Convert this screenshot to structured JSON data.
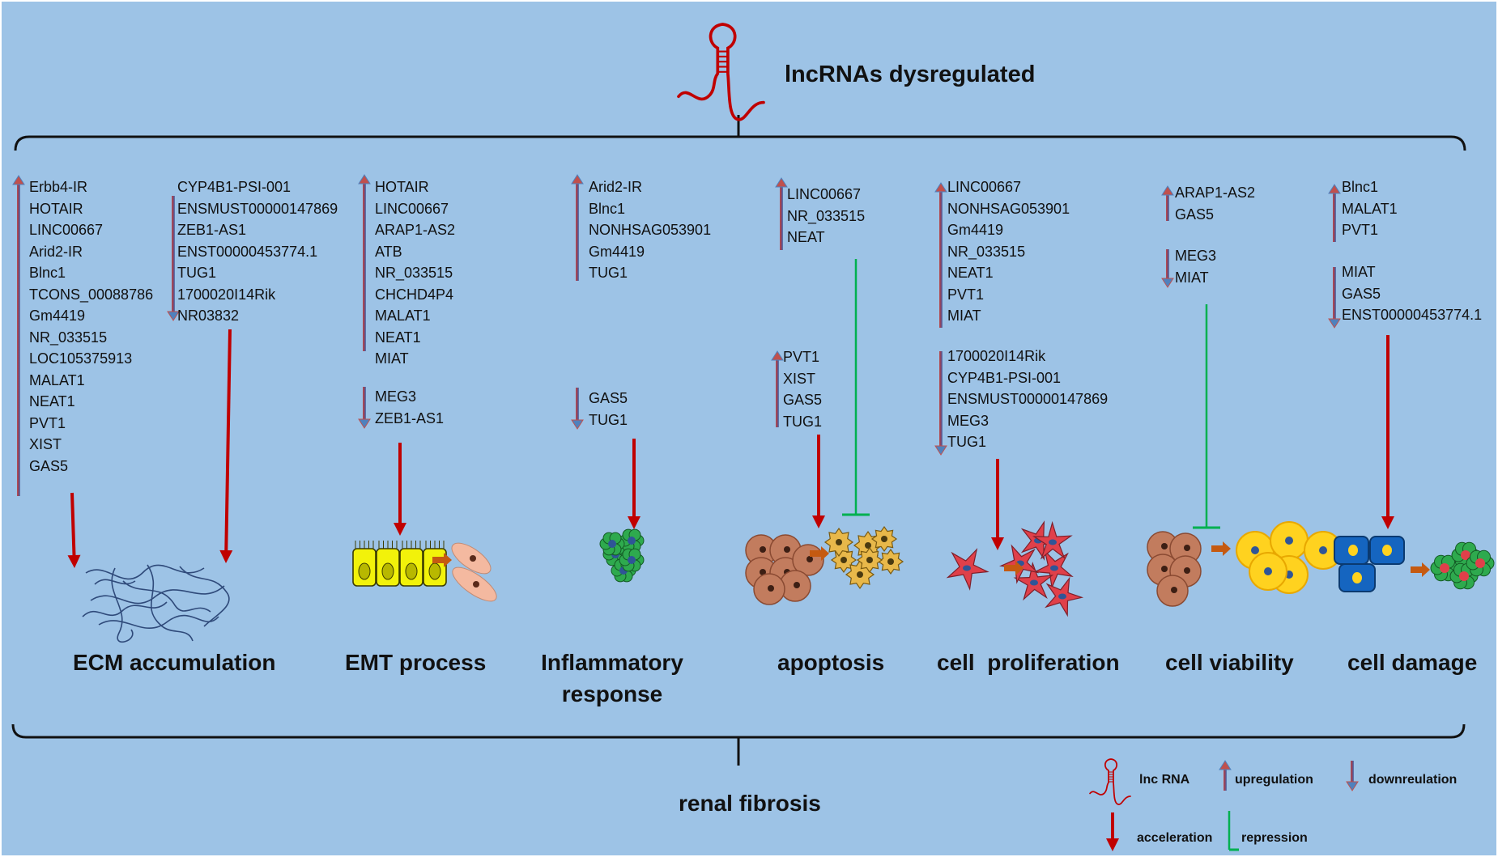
{
  "header": {
    "title": "lncRNAs dysregulated"
  },
  "processes": [
    {
      "label": "ECM accumulation",
      "columns": [
        {
          "direction": "up",
          "genes": [
            "Erbb4-IR",
            "HOTAIR",
            "LINC00667",
            "Arid2-IR",
            "Blnc1",
            "TCONS_00088786",
            "Gm4419",
            "NR_033515",
            "LOC105375913",
            "MALAT1",
            "NEAT1",
            "PVT1",
            "XIST",
            "GAS5"
          ]
        },
        {
          "direction": "down",
          "genes": [
            "CYP4B1-PSI-001",
            "ENSMUST00000147869",
            "ZEB1-AS1",
            "ENST00000453774.1",
            "TUG1",
            "1700020I14Rik",
            "NR03832"
          ]
        }
      ]
    },
    {
      "label": "EMT process",
      "columns": [
        {
          "direction": "up",
          "genes": [
            "HOTAIR",
            "LINC00667",
            "ARAP1-AS2",
            "ATB",
            "NR_033515",
            "CHCHD4P4",
            "MALAT1",
            "NEAT1",
            "MIAT"
          ]
        },
        {
          "direction": "down",
          "genes": [
            "MEG3",
            "ZEB1-AS1"
          ]
        }
      ]
    },
    {
      "label_lines": [
        "Inflammatory",
        "response"
      ],
      "columns": [
        {
          "direction": "up",
          "genes": [
            "Arid2-IR",
            "Blnc1",
            "NONHSAG053901",
            "Gm4419",
            "TUG1"
          ]
        },
        {
          "direction": "down",
          "genes": [
            "GAS5",
            "TUG1"
          ]
        }
      ]
    },
    {
      "label": "apoptosis",
      "columns": [
        {
          "direction": "up",
          "genes": [
            "LINC00667",
            "NR_033515",
            "NEAT"
          ]
        },
        {
          "direction": "up",
          "genes": [
            "PVT1",
            "XIST",
            "GAS5",
            "TUG1"
          ]
        }
      ]
    },
    {
      "label": "cell  proliferation",
      "columns": [
        {
          "direction": "up",
          "genes": [
            "LINC00667",
            "NONHSAG053901",
            "Gm4419",
            "NR_033515",
            "NEAT1",
            "PVT1",
            "MIAT"
          ]
        },
        {
          "direction": "down",
          "genes": [
            "1700020I14Rik",
            "CYP4B1-PSI-001",
            "ENSMUST00000147869",
            "MEG3",
            "TUG1"
          ]
        }
      ]
    },
    {
      "label": "cell viability",
      "columns": [
        {
          "direction": "up",
          "genes": [
            "ARAP1-AS2",
            "GAS5"
          ]
        },
        {
          "direction": "down",
          "genes": [
            "MEG3",
            "MIAT"
          ]
        }
      ]
    },
    {
      "label": "cell damage",
      "columns": [
        {
          "direction": "up",
          "genes": [
            "Blnc1",
            "MALAT1",
            "PVT1"
          ]
        },
        {
          "direction": "down",
          "genes": [
            "MIAT",
            "GAS5",
            "ENST00000453774.1"
          ]
        }
      ]
    }
  ],
  "outcome": {
    "label": "renal fibrosis"
  },
  "legend": {
    "lncrna": "lnc RNA",
    "upregulation": "upregulation",
    "downregulation": "downreulation",
    "acceleration": "acceleration",
    "repression": "repression"
  },
  "colors": {
    "background": "#9dc3e6",
    "acceleration_arrow": "#c00000",
    "repression_line": "#00b050",
    "rna_strand": "#c00000"
  }
}
